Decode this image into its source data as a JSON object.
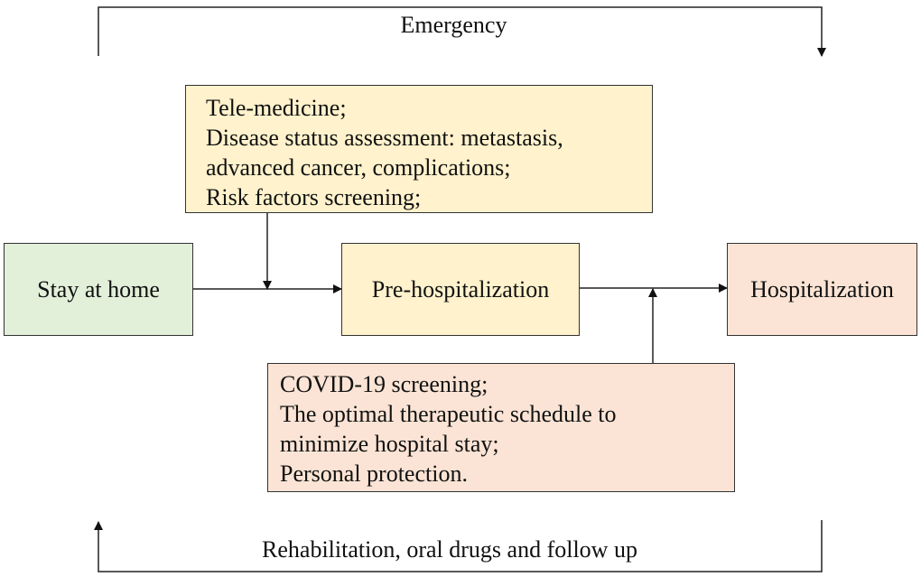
{
  "diagram": {
    "top_label": "Emergency",
    "bottom_label": "Rehabilitation, oral drugs and follow up",
    "nodes": {
      "home": {
        "label": "Stay at home",
        "color": "#e2efd9"
      },
      "pre": {
        "label": "Pre-hospitalization",
        "color": "#fff2cc"
      },
      "hosp": {
        "label": "Hospitalization",
        "color": "#fbe4d5"
      }
    },
    "notes": {
      "upper": {
        "color": "#fff2cc",
        "lines": [
          "Tele-medicine;",
          "Disease status assessment: metastasis,",
          "advanced cancer, complications;",
          "Risk factors screening;"
        ]
      },
      "lower": {
        "color": "#fbe4d5",
        "lines": [
          "COVID-19 screening;",
          "The optimal therapeutic schedule to",
          "minimize hospital stay;",
          "Personal protection."
        ]
      }
    }
  }
}
